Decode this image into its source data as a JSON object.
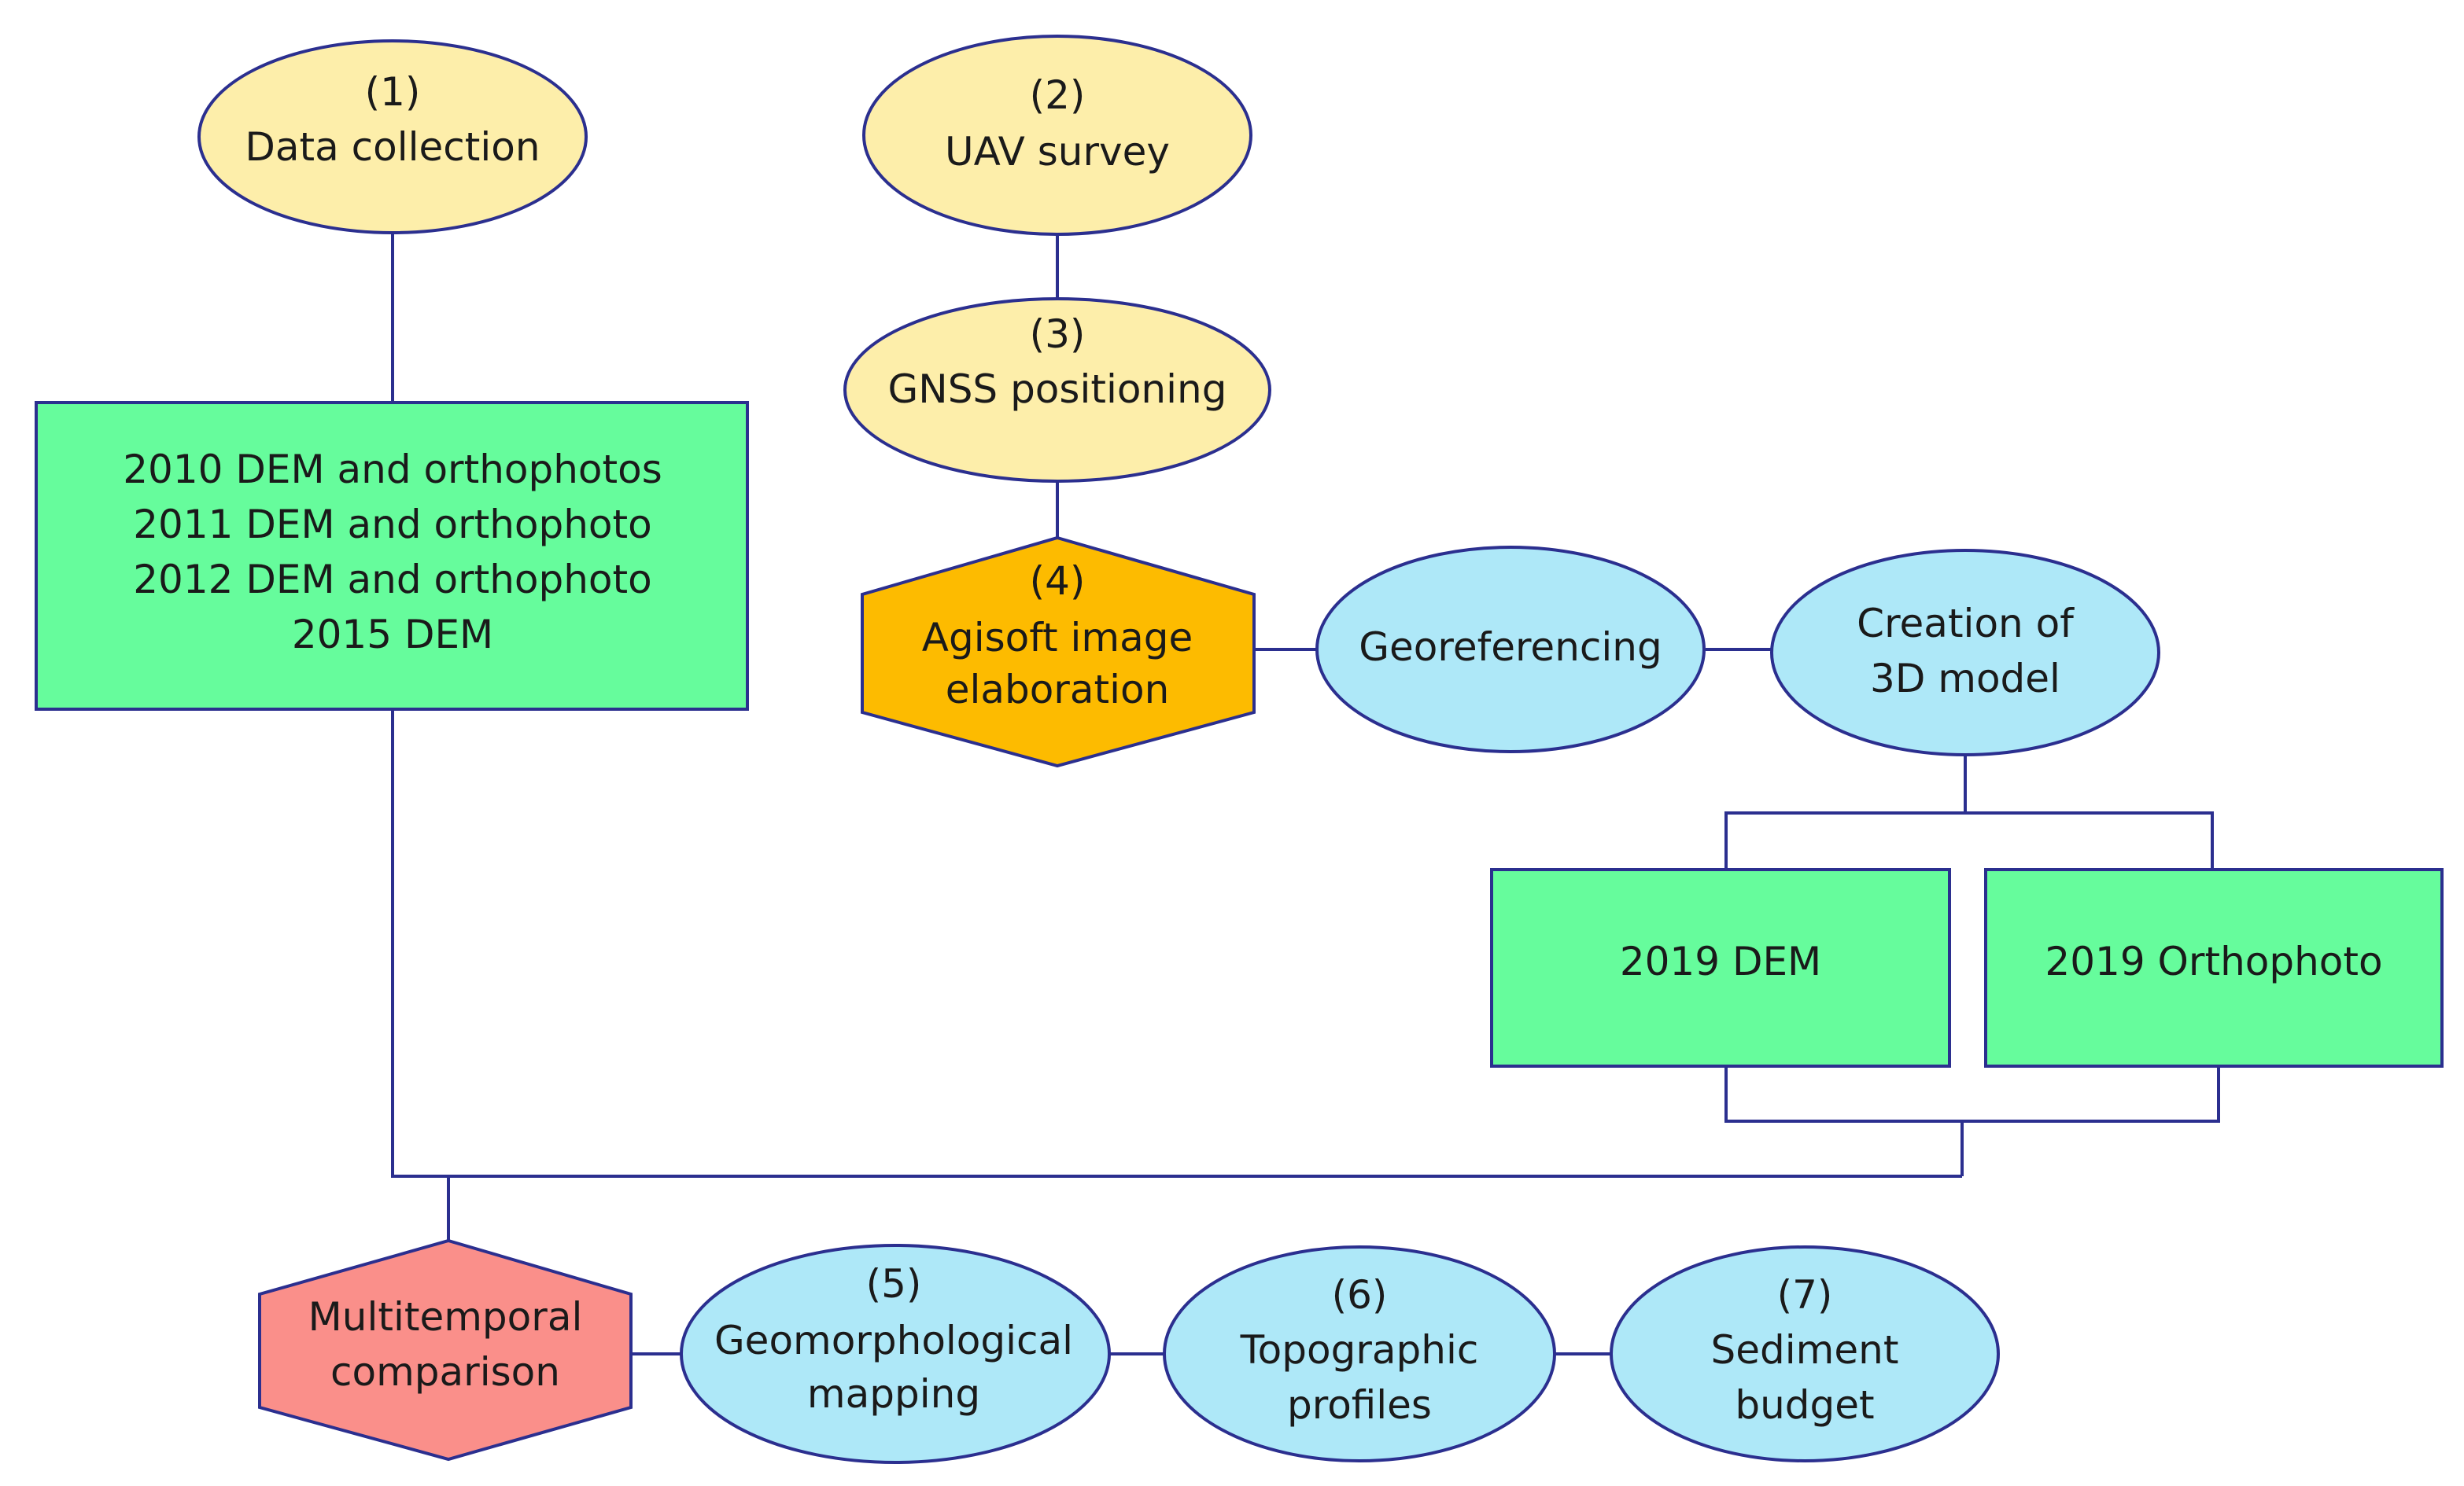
{
  "colors": {
    "connector": "#2b2f8f",
    "input_ellipse": "#fdeeaa",
    "process_ellipse": "#aee8f8",
    "data_box": "#66fc9c",
    "agisoft_hexagon": "#fdbb00",
    "comparison_hexagon": "#fa8f8a"
  },
  "nodes": {
    "data_collection": {
      "lines": [
        "(1)",
        "Data collection"
      ]
    },
    "uav_survey": {
      "lines": [
        "(2)",
        "UAV survey"
      ]
    },
    "gnss_positioning": {
      "lines": [
        "(3)",
        "GNSS positioning"
      ]
    },
    "historic_data": {
      "lines": [
        "2010 DEM and orthophotos",
        "2011 DEM and orthophoto",
        "2012 DEM and orthophoto",
        "2015 DEM"
      ]
    },
    "agisoft": {
      "lines": [
        "(4)",
        "Agisoft image",
        "elaboration"
      ]
    },
    "georeferencing": {
      "lines": [
        "Georeferencing"
      ]
    },
    "creation_3d": {
      "lines": [
        "Creation of",
        "3D model"
      ]
    },
    "dem_2019": {
      "lines": [
        "2019 DEM"
      ]
    },
    "ortho_2019": {
      "lines": [
        "2019 Orthophoto"
      ]
    },
    "multitemporal": {
      "lines": [
        "Multitemporal",
        "comparison"
      ]
    },
    "geomorph": {
      "lines": [
        "(5)",
        "Geomorphological",
        "mapping"
      ]
    },
    "topo": {
      "lines": [
        "(6)",
        "Topographic",
        "profiles"
      ]
    },
    "sediment": {
      "lines": [
        "(7)",
        "Sediment",
        "budget"
      ]
    }
  }
}
